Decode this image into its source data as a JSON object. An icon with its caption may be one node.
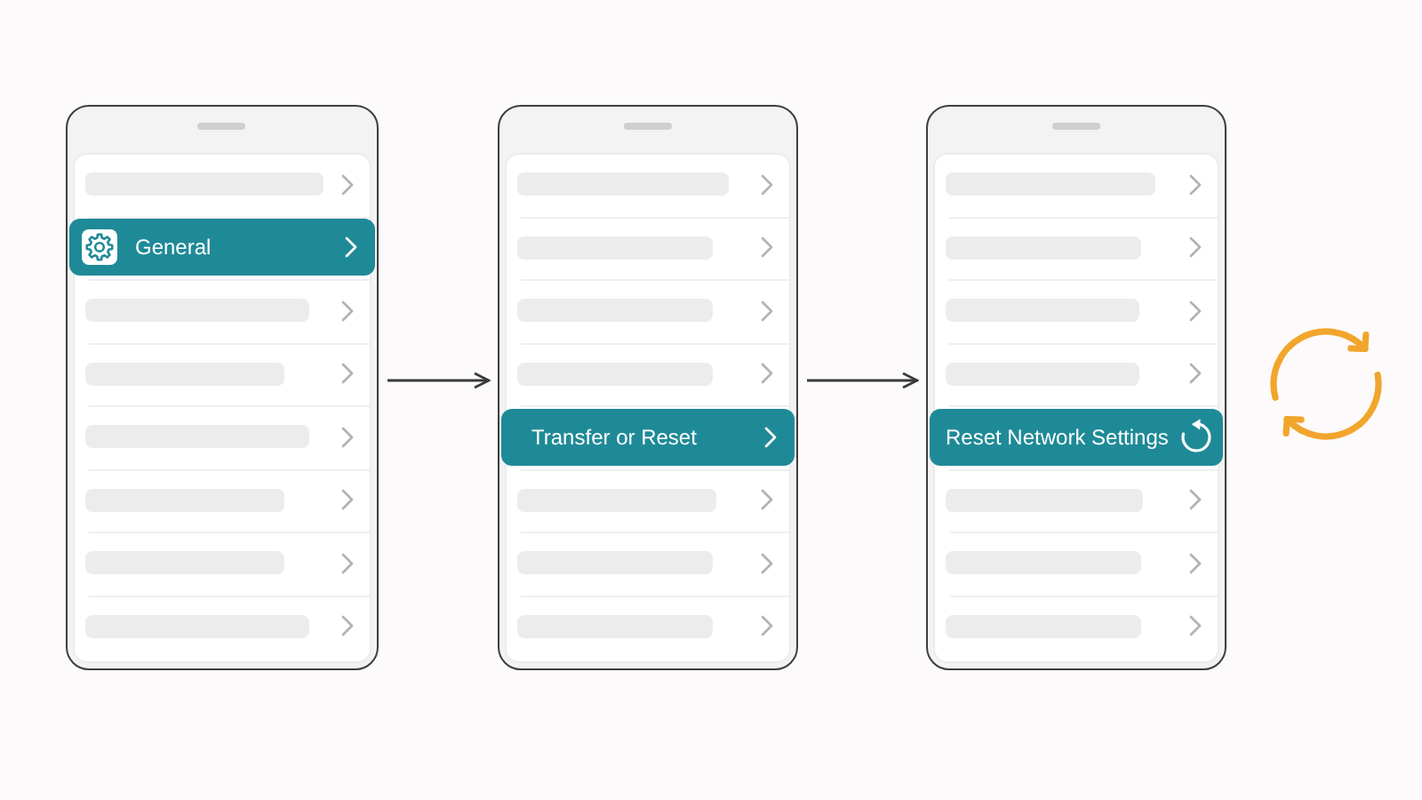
{
  "diagram": {
    "nodes": [
      {
        "text": [],
        "shape": "phone"
      },
      {
        "text": [
          "General"
        ],
        "in": 0
      },
      {
        "text": [],
        "shape": "phone"
      },
      {
        "text": [
          "Transfer or Reset"
        ],
        "in": 2
      },
      {
        "text": [],
        "shape": "phone"
      },
      {
        "text": [
          "Reset Network Settings"
        ],
        "in": 4
      }
    ],
    "edges": [
      {
        "from": 0,
        "to": 2,
        "arrow": "to"
      },
      {
        "from": 2,
        "to": 4,
        "arrow": "to"
      }
    ]
  }
}
